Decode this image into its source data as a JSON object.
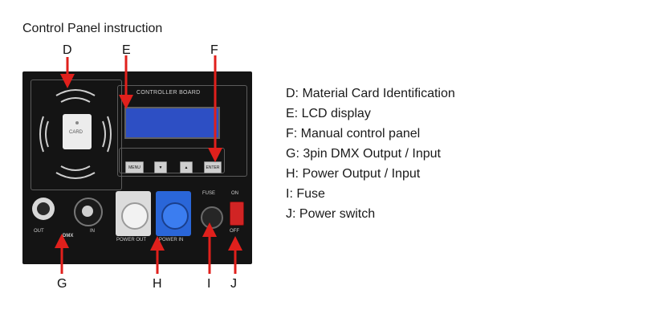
{
  "title": "Control Panel instruction",
  "callouts": {
    "D": "D",
    "E": "E",
    "F": "F",
    "G": "G",
    "H": "H",
    "I": "I",
    "J": "J"
  },
  "legend": [
    "D: Material Card Identification",
    "E: LCD display",
    "F: Manual control panel",
    "G: 3pin DMX Output / Input",
    "H: Power Output / Input",
    "I: Fuse",
    "J: Power switch"
  ],
  "device": {
    "card_label": "CARD",
    "board_label": "CONTROLLER BOARD",
    "buttons": {
      "menu": "MENU",
      "down": "▼",
      "up": "▲",
      "enter": "ENTER"
    },
    "fuse_label": "FUSE",
    "on_label": "ON",
    "off_label": "OFF",
    "out_label": "OUT",
    "in_label": "IN",
    "dmx_label": "DMX",
    "power_out_label": "POWER OUT",
    "power_in_label": "POWER IN"
  },
  "colors": {
    "arrow": "#e0201c",
    "lcd": "#2d4fc4",
    "power_in": "#2a66d8",
    "switch": "#d12424"
  }
}
